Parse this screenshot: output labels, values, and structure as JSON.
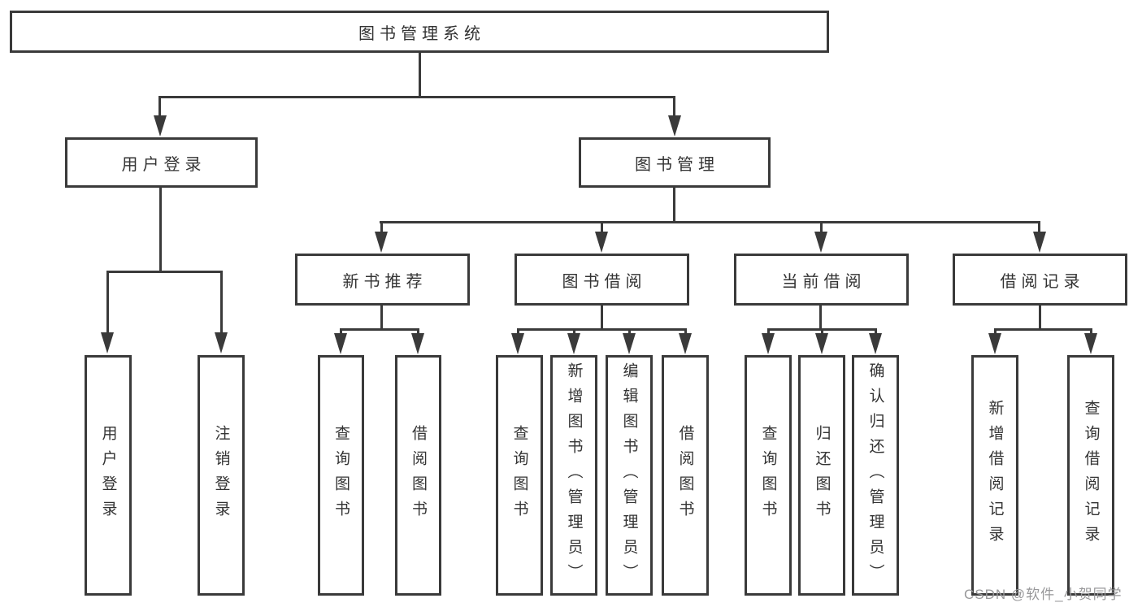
{
  "tree": {
    "root": {
      "label": "图书管理系统"
    },
    "branches": [
      {
        "label": "用户登录",
        "leaves": [
          {
            "label": "用户登录"
          },
          {
            "label": "注销登录"
          }
        ]
      },
      {
        "label": "图书管理",
        "sections": [
          {
            "label": "新书推荐",
            "leaves": [
              {
                "label": "查询图书"
              },
              {
                "label": "借阅图书"
              }
            ]
          },
          {
            "label": "图书借阅",
            "leaves": [
              {
                "label": "查询图书"
              },
              {
                "label": "新增图书（管理员）"
              },
              {
                "label": "编辑图书（管理员）"
              },
              {
                "label": "借阅图书"
              }
            ]
          },
          {
            "label": "当前借阅",
            "leaves": [
              {
                "label": "查询图书"
              },
              {
                "label": "归还图书"
              },
              {
                "label": "确认归还（管理员）"
              }
            ]
          },
          {
            "label": "借阅记录",
            "leaves": [
              {
                "label": "新增借阅记录"
              },
              {
                "label": "查询借阅记录"
              }
            ]
          }
        ]
      }
    ]
  },
  "watermark": {
    "label": "CSDN @软件_小贺同学"
  },
  "colors": {
    "line": "#3a3a3a",
    "text": "#333333",
    "watermark": "#98989a",
    "background": "#ffffff"
  }
}
